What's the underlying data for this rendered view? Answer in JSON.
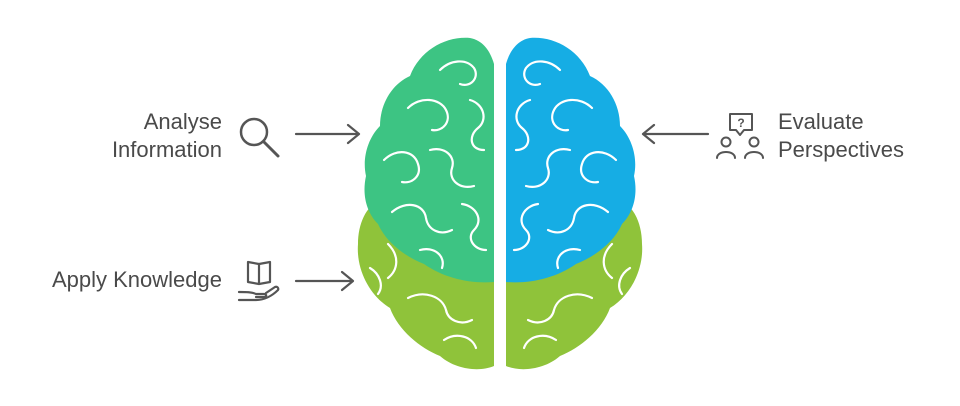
{
  "labels": {
    "analyse": {
      "line1": "Analyse",
      "line2": "Information"
    },
    "evaluate": {
      "line1": "Evaluate",
      "line2": "Perspectives"
    },
    "apply": {
      "text": "Apply Knowledge"
    }
  },
  "icons": {
    "analyse": "magnifying-glass-icon",
    "evaluate": "two-people-question-icon",
    "apply": "book-in-hand-icon"
  },
  "colors": {
    "left_top_lobe": "#3dc483",
    "right_top_lobe": "#16ade4",
    "lower_lobes": "#8fc33a",
    "text": "#4a4a4a",
    "icon_stroke": "#555555"
  }
}
